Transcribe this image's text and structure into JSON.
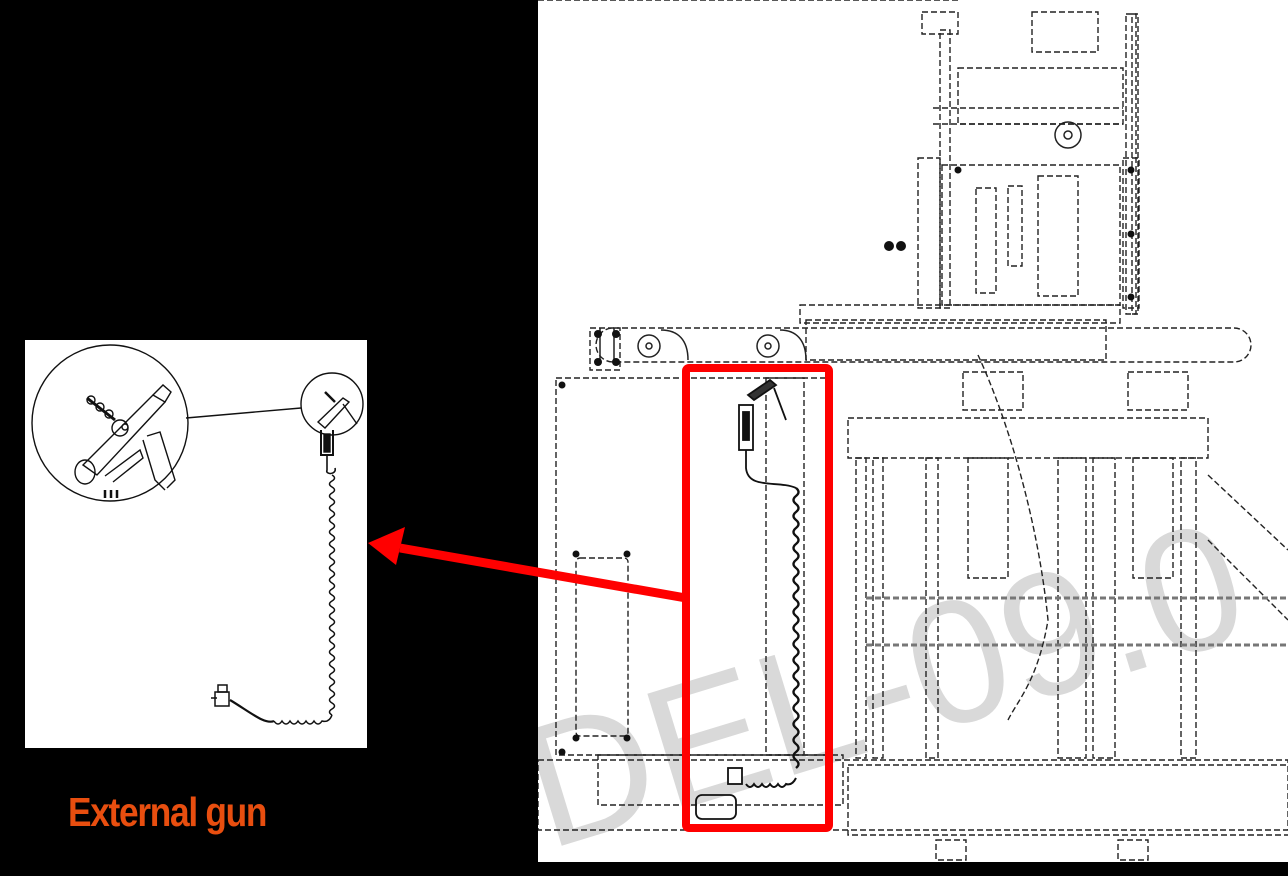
{
  "caption": {
    "label": "External gun",
    "color": "#e84e0f"
  },
  "inset": {
    "subject": "External air gun with coiled hose and quick coupler",
    "detail_callout": "Magnified view of gun nozzle and trigger"
  },
  "drawing": {
    "subject": "Machine front elevation (dashed-line technical drawing)",
    "watermark": "DEL-09.0",
    "highlight_box_color": "#ff0000"
  },
  "arrow": {
    "color": "#ff0000",
    "from": "highlight-box",
    "to": "inset-image"
  }
}
